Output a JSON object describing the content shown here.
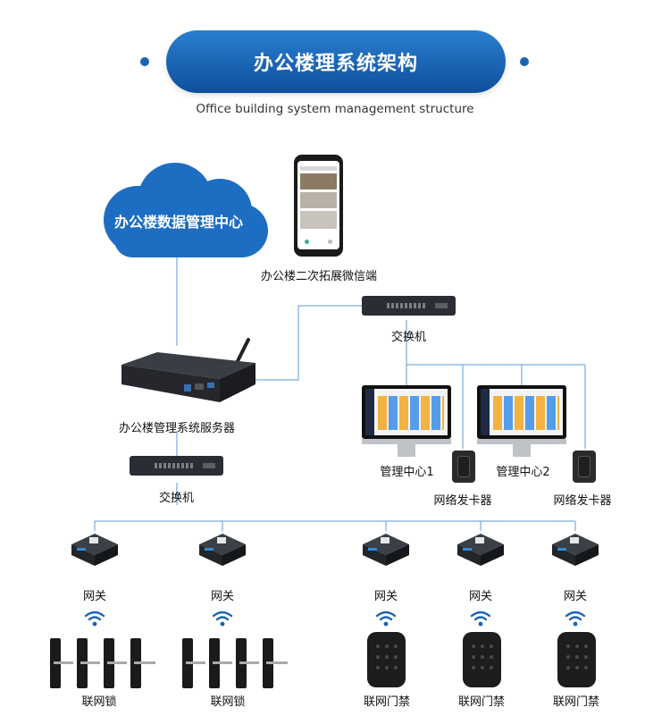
{
  "title": "办公楼理系统架构",
  "subtitle": "Office building system management structure",
  "cloud": {
    "label": "办公楼数据管理中心"
  },
  "phone": {
    "label": "办公楼二次拓展微信端"
  },
  "switch_top": {
    "label": "交换机"
  },
  "server": {
    "label": "办公楼管理系统服务器"
  },
  "switch_bottom": {
    "label": "交换机"
  },
  "management": [
    {
      "label": "管理中心1"
    },
    {
      "label": "管理中心2"
    }
  ],
  "card_issuers": [
    {
      "label": "网络发卡器"
    },
    {
      "label": "网络发卡器"
    }
  ],
  "gateways": [
    {
      "label": "网关"
    },
    {
      "label": "网关"
    },
    {
      "label": "网关"
    },
    {
      "label": "网关"
    },
    {
      "label": "网关"
    }
  ],
  "devices": [
    {
      "label": "联网锁",
      "type": "lock"
    },
    {
      "label": "联网锁",
      "type": "lock"
    },
    {
      "label": "联网门禁",
      "type": "keypad"
    },
    {
      "label": "联网门禁",
      "type": "keypad"
    },
    {
      "label": "联网门禁",
      "type": "keypad"
    }
  ],
  "colors": {
    "primary": "#1b64b5",
    "line": "#5b9bd5",
    "cloud": "#1d6ec2"
  }
}
